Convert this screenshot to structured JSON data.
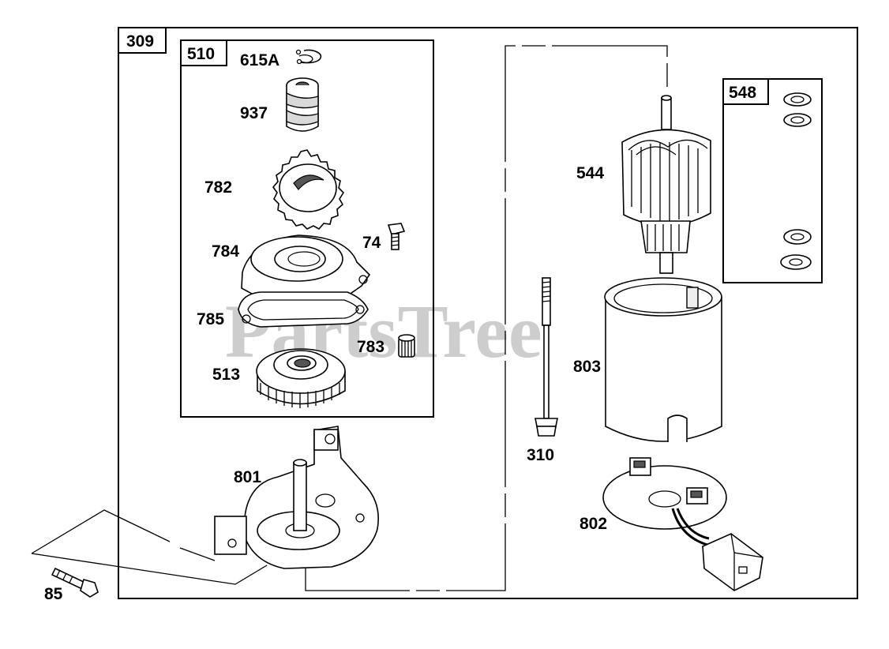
{
  "diagram": {
    "watermark": "PartsTree",
    "watermark_mark": "™",
    "boxes": {
      "outer": "309",
      "drive_group": "510",
      "washer_group": "548"
    },
    "parts": {
      "p615a": "615A",
      "p937": "937",
      "p782": "782",
      "p74": "74",
      "p784": "784",
      "p785": "785",
      "p783": "783",
      "p513": "513",
      "p801": "801",
      "p85": "85",
      "p310": "310",
      "p544": "544",
      "p803": "803",
      "p802": "802"
    },
    "colors": {
      "line": "#000000",
      "background": "#ffffff",
      "watermark": "#bdbdbd"
    }
  }
}
